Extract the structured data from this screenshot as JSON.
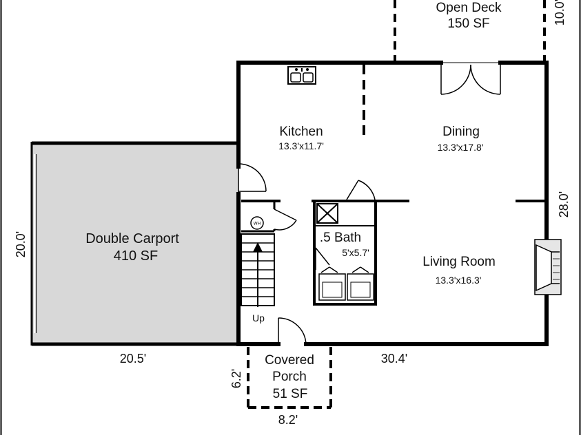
{
  "colors": {
    "wall": "#000000",
    "carport_fill": "#d8d8d8",
    "background": "#ffffff"
  },
  "rooms": {
    "open_deck": {
      "name": "Open Deck",
      "area": "150 SF"
    },
    "kitchen": {
      "name": "Kitchen",
      "dims": "13.3'x11.7'"
    },
    "dining": {
      "name": "Dining",
      "dims": "13.3'x17.8'"
    },
    "double_carport": {
      "name": "Double Carport",
      "area": "410 SF"
    },
    "half_bath": {
      "name": ".5 Bath",
      "dims": "5'x5.7'"
    },
    "living_room": {
      "name": "Living Room",
      "dims": "13.3'x16.3'"
    },
    "covered_porch": {
      "name_line1": "Covered",
      "name_line2": "Porch",
      "area": "51 SF"
    }
  },
  "labels": {
    "stairs_up": "Up",
    "water_heater": "WH"
  },
  "dimensions": {
    "deck_depth": "10.0'",
    "carport_depth": "20.0'",
    "house_depth": "28.0'",
    "carport_width": "20.5'",
    "house_width": "30.4'",
    "porch_depth": "6.2'",
    "porch_width": "8.2'"
  }
}
